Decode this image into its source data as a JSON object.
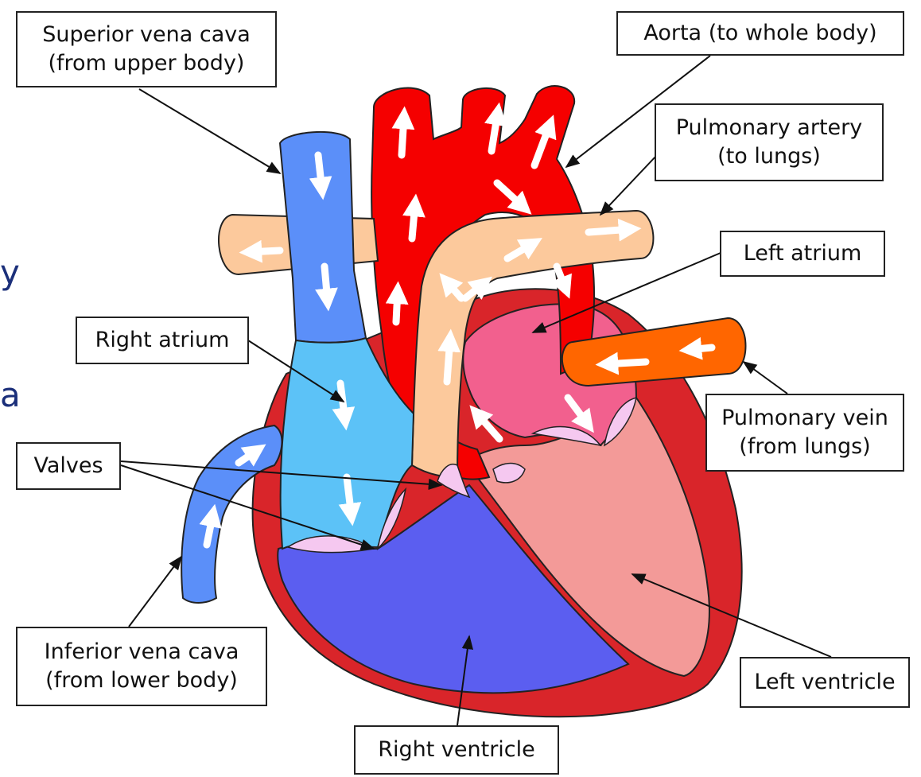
{
  "labels": {
    "superior_vena_cava": [
      "Superior vena cava",
      "(from upper body)"
    ],
    "aorta": "Aorta (to whole body)",
    "pulmonary_artery": [
      "Pulmonary artery",
      "(to lungs)"
    ],
    "left_atrium": "Left atrium",
    "right_atrium": "Right atrium",
    "pulmonary_vein": [
      "Pulmonary vein",
      "(from lungs)"
    ],
    "valves": "Valves",
    "inferior_vena_cava": [
      "Inferior vena cava",
      "(from lower body)"
    ],
    "left_ventricle": "Left ventricle",
    "right_ventricle": "Right ventricle"
  },
  "edge_glyphs": [
    "y",
    "a"
  ],
  "colors": {
    "deoxygenated_vessel": "#5b8ff9",
    "right_atrium": "#5cc2f7",
    "right_ventricle": "#5b5ef0",
    "aorta": "#f50000",
    "pulmonary_artery": "#fcc99c",
    "left_atrium": "#f2608e",
    "left_ventricle": "#f39a98",
    "pulmonary_vein": "#ff6600",
    "heart_wall": "#d9252a",
    "valve": "#f5c8f0"
  }
}
